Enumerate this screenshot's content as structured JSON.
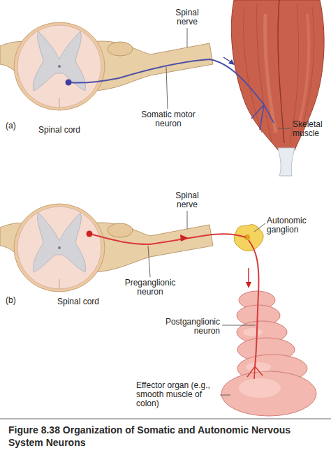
{
  "diagram": {
    "caption": "Figure 8.38 Organization of Somatic and Autonomic Nervous System Neurons",
    "labels": [
      "Spinal nerve",
      "(a)",
      "Spinal cord",
      "Somatic motor neuron",
      "Skeletal muscle",
      "Spinal nerve",
      "Autonomic ganglion",
      "(b)",
      "Spinal cord",
      "Preganglionic neuron",
      "Postganglionic neuron",
      "Effector organ (e.g., smooth muscle of colon)"
    ]
  }
}
